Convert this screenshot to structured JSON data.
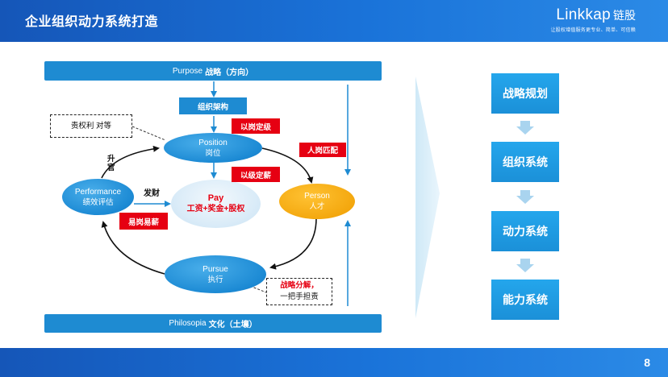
{
  "header": {
    "title": "企业组织动力系统打造",
    "logo": "Linkkap",
    "logo_cn": "链股",
    "slogan": "让股权增值服务更专业、简单、可信赖"
  },
  "diagram": {
    "top_bar": {
      "en": "Purpose",
      "cn": "战略（方向）"
    },
    "bottom_bar": {
      "en": "Philosopia",
      "cn": "文化（土壤）"
    },
    "org_structure": "组织架构",
    "position": {
      "en": "Position",
      "cn": "岗位"
    },
    "performance": {
      "en": "Performance",
      "cn": "绩效评估"
    },
    "pay": {
      "en": "Pay",
      "cn": "工资+奖金+股权"
    },
    "person": {
      "en": "Person",
      "cn": "人才"
    },
    "pursue": {
      "en": "Pursue",
      "cn": "执行"
    },
    "tag_grade_by_post": "以岗定级",
    "tag_pay_by_grade": "以级定薪",
    "tag_person_post_match": "人岗匹配",
    "tag_post_change_pay_change": "易岗易薪",
    "label_payout": "发财",
    "label_promotion": "升官",
    "duty_box": "责权利 对等",
    "strategy_box_line1": "战略分解，",
    "strategy_box_line2": "一把手担责"
  },
  "steps": [
    "战略规划",
    "组织系统",
    "动力系统",
    "能力系统"
  ],
  "footer": {
    "page_number": "8"
  },
  "colors": {
    "brand_blue": "#1a73d9",
    "node_blue": "#1e8bd2",
    "accent_red": "#e60012",
    "accent_orange": "#f3a60c"
  }
}
